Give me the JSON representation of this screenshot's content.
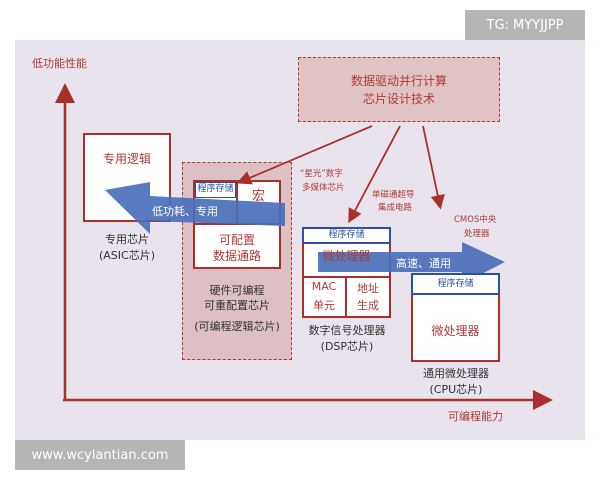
{
  "watermark_top": "TG: MYYJJPP",
  "watermark_bottom": "www.wcylantian.com",
  "axes": {
    "y_label": "低功能性能",
    "x_label": "可编程能力"
  },
  "top_box": {
    "line1": "数据驱动并行计算",
    "line2": "芯片设计技术"
  },
  "asic": {
    "inner": "专用逻辑",
    "label1": "专用芯片",
    "label2": "(ASIC芯片)"
  },
  "fpga": {
    "program_storage": "程序存储",
    "macro": "宏",
    "datapath1": "可配置",
    "datapath2": "数据通路",
    "label1": "硬件可编程",
    "label2": "可重配置芯片",
    "label3": "(可编程逻辑芯片)"
  },
  "dsp": {
    "program_storage": "程序存储",
    "micro": "微处理器",
    "mac1": "MAC",
    "mac2": "单元",
    "addr1": "地址",
    "addr2": "生成",
    "label1": "数字信号处理器",
    "label2": "(DSP芯片)"
  },
  "cpu": {
    "program_storage": "程序存储",
    "micro": "微处理器",
    "label1": "通用微处理器",
    "label2": "(CPU芯片)"
  },
  "annotations": {
    "starlight1": "“星光”数字",
    "starlight2": "多媒体芯片",
    "sfq1": "单磁通超导",
    "sfq2": "集成电路",
    "cmos1": "CMOS中央",
    "cmos2": "处理器"
  },
  "big_arrows": {
    "left": "低功耗、专用",
    "right": "高速、通用"
  },
  "colors": {
    "red": "#a8302c",
    "blue": "#2e4fa8",
    "arrow_blue": "#4a6fb8",
    "background": "#e8e3ec"
  }
}
